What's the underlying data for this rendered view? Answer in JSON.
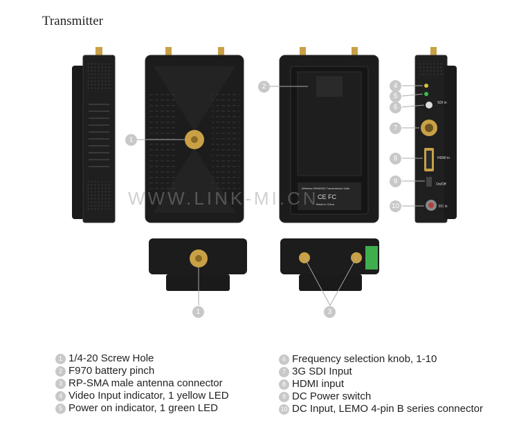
{
  "title": "Transmitter",
  "watermark": "WWW.LINK-MI.CN",
  "label_text": {
    "product": "Wireless HDMI/SDI Transmission Suite",
    "made_in": "Made in China",
    "sdi_port": "SDI in",
    "hdmi_port": "HDMI in",
    "switch": "On/Off",
    "dc": "DC in"
  },
  "callouts": [
    "1",
    "2",
    "3",
    "4",
    "5",
    "6",
    "7",
    "8",
    "9",
    "10"
  ],
  "legend_left": [
    {
      "num": "1",
      "text": "1/4-20 Screw Hole"
    },
    {
      "num": "2",
      "text": "F970 battery pinch"
    },
    {
      "num": "3",
      "text": "RP-SMA male antenna connector"
    },
    {
      "num": "4",
      "text": "Video Input indicator, 1 yellow LED"
    },
    {
      "num": "5",
      "text": "Power on indicator, 1 green LED"
    }
  ],
  "legend_right": [
    {
      "num": "6",
      "text": "Frequency selection knob, 1-10"
    },
    {
      "num": "7",
      "text": "3G SDI Input"
    },
    {
      "num": "8",
      "text": "HDMI input"
    },
    {
      "num": "9",
      "text": "DC Power switch"
    },
    {
      "num": "10",
      "text": "DC Input, LEMO 4-pin B series connector"
    }
  ],
  "colors": {
    "body": "#1b1b1b",
    "body_edge": "#2a2a2a",
    "brass": "#c9a046",
    "callout": "#c8c8c8",
    "led_yellow": "#d8c23a",
    "led_green": "#36c24a",
    "terminal_green": "#3fae4d"
  }
}
